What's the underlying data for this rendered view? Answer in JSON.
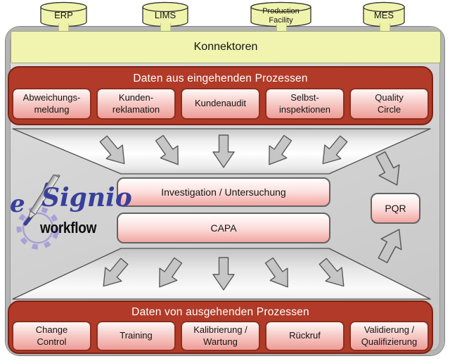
{
  "systems": [
    {
      "label": "ERP"
    },
    {
      "label": "LIMS"
    },
    {
      "label": "Production\nFacility"
    },
    {
      "label": "MES"
    }
  ],
  "konnektoren": {
    "label": "Konnektoren"
  },
  "incoming": {
    "title": "Daten aus eingehenden Prozessen",
    "items": [
      "Abweichungs-\nmeldung",
      "Kunden-\nreklamation",
      "Kundenaudit",
      "Selbst-\ninspektionen",
      "Quality\nCircle"
    ]
  },
  "workflow": {
    "investigation": "Investigation / Untersuchung",
    "capa": "CAPA",
    "pqr": "PQR"
  },
  "outgoing": {
    "title": "Daten von ausgehenden Prozessen",
    "items": [
      "Change\nControl",
      "Training",
      "Kalibrierung /\nWartung",
      "Rückruf",
      "Validierung /\nQualifizierung"
    ]
  },
  "logo": {
    "brand_full": "eXSignio workflow",
    "brand_prefix": "e",
    "brand_suffix": "Signio",
    "subtitle": "workflow"
  },
  "colors": {
    "accent_red": "#b13b28",
    "accent_red_border": "#7b2114",
    "connector_yellow": "#f0f4ae",
    "pink_box_top": "#fef8f7",
    "pink_box_bottom": "#ee9c97",
    "logo_blue": "#383f9b",
    "gear_lavender": "#a9a0d4",
    "panel_gray": "#b4b4b4"
  }
}
